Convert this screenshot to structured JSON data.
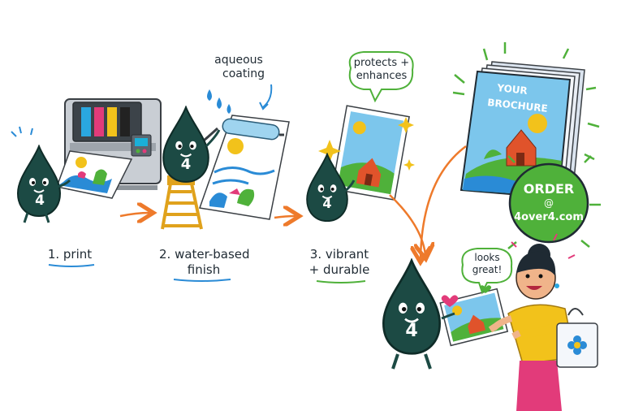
{
  "printer": {
    "body_color": "#c9ced4",
    "ink_colors": [
      "#2aa7e0",
      "#e23b7a",
      "#f2c21b",
      "#222222"
    ]
  },
  "mascot": {
    "color": "#1c4a44",
    "number": "4"
  },
  "brochure": {
    "title_line1": "YOUR",
    "title_line2": "BROCHURE"
  },
  "bubbles": {
    "aqueous_line1": "aqueous",
    "aqueous_line2": "coating",
    "protects_line1": "protects +",
    "protects_line2": "enhances",
    "looks_line1": "looks",
    "looks_line2": "great!"
  },
  "steps": [
    {
      "line1": "1. print",
      "line2": "",
      "underline": "#2a8bd6"
    },
    {
      "line1": "2. water-based",
      "line2": "finish",
      "underline": "#2a8bd6"
    },
    {
      "line1": "3. vibrant",
      "line2": "+ durable",
      "underline": "#4fb13a"
    }
  ],
  "order": {
    "line1": "ORDER",
    "line2": "@",
    "line3": "4over4.com",
    "color": "#4fb13a"
  },
  "colors": {
    "arrow": "#ee7a2b",
    "accent_green": "#4fb13a",
    "accent_blue": "#2a8bd6",
    "coating_roller": "#9fd4ef"
  }
}
